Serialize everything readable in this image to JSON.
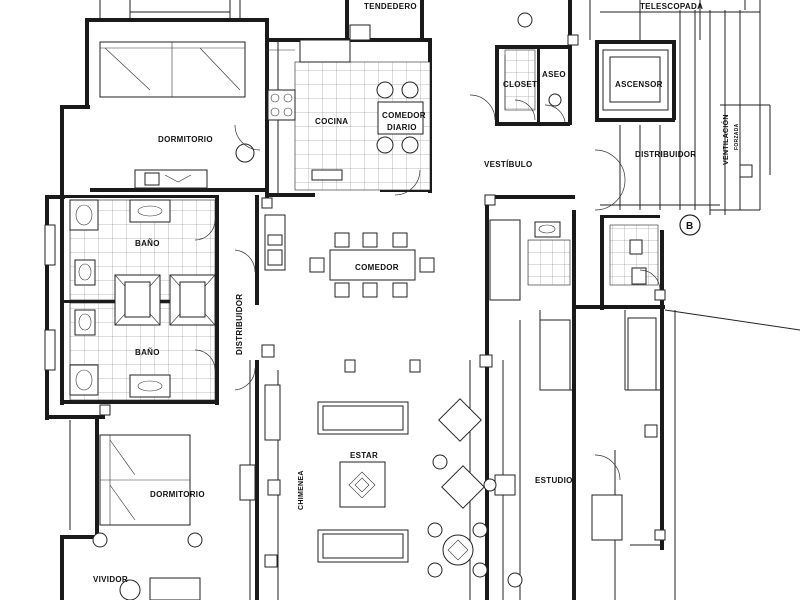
{
  "rooms": {
    "tendedero": "TENDEDERO",
    "telescopada": "TELESCOPADA",
    "dormitorio_top": "DORMITORIO",
    "cocina": "COCINA",
    "comedor_diario_1": "COMEDOR",
    "comedor_diario_2": "DIARIO",
    "closet": "CLOSET",
    "aseo": "ASEO",
    "ascensor": "ASCENSOR",
    "distribuidor_right": "DISTRIBUIDOR",
    "ventilacion": "VENTILACIÓN",
    "ventilacion_sub": "FORZADA",
    "vestibulo": "VESTÍBULO",
    "bano_top": "BAÑO",
    "bano_bottom": "BAÑO",
    "comedor": "COMEDOR",
    "distribuidor_left": "DISTRIBUIDOR",
    "estar": "ESTAR",
    "chimenea": "CHIMENEA",
    "estudio": "ESTUDIO",
    "dormitorio_bottom": "DORMITORIO",
    "vividor": "VIVIDOR",
    "marker_b": "B"
  }
}
